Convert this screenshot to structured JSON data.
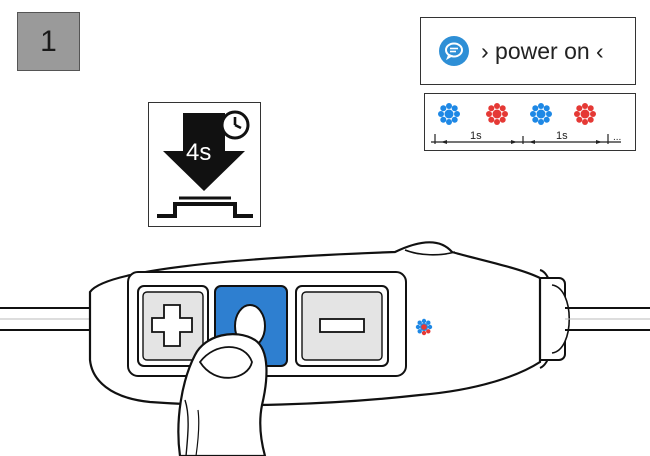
{
  "step": {
    "number": "1"
  },
  "voice_prompt": {
    "text": "› power on ‹",
    "icon": "speech-bubble-icon",
    "color": "#2e8fd6"
  },
  "press_action": {
    "duration": "4s",
    "icons": [
      "clock-icon",
      "down-arrow-icon",
      "button-press-icon"
    ]
  },
  "led_pattern": {
    "colors": [
      "#1e88e5",
      "#e53935",
      "#1e88e5",
      "#e53935"
    ],
    "intervals": [
      "1s",
      "1s"
    ],
    "continuation": "..."
  },
  "device": {
    "buttons": [
      "plus-button",
      "power-button",
      "minus-button"
    ],
    "accent_color": "#2e7fd0",
    "led_colors": [
      "#1e88e5",
      "#e53935"
    ]
  }
}
